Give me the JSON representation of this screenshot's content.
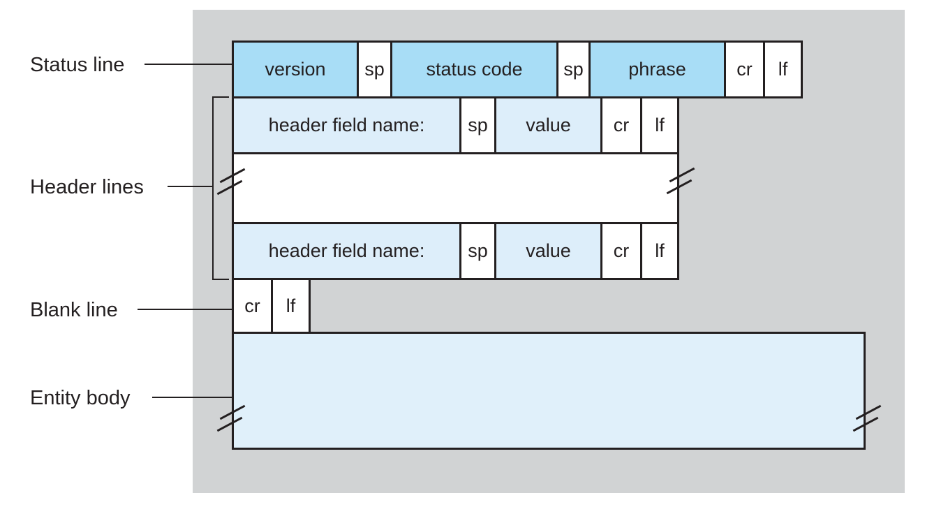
{
  "figure": {
    "labels": {
      "status_line": "Status line",
      "header_lines": "Header lines",
      "blank_line": "Blank line",
      "entity_body": "Entity body"
    },
    "status_row": {
      "version": "version",
      "sp1": "sp",
      "status_code": "status code",
      "sp2": "sp",
      "phrase": "phrase",
      "cr": "cr",
      "lf": "lf"
    },
    "header_row": {
      "field_name": "header field name:",
      "sp": "sp",
      "value": "value",
      "cr": "cr",
      "lf": "lf"
    },
    "blank_row": {
      "cr": "cr",
      "lf": "lf"
    },
    "colors": {
      "status_fill": "#a8ddf6",
      "header_fill": "#ddeefa",
      "entity_fill": "#e0f0fa",
      "panel_gray": "#d1d3d4",
      "line_dark": "#231f20"
    }
  }
}
